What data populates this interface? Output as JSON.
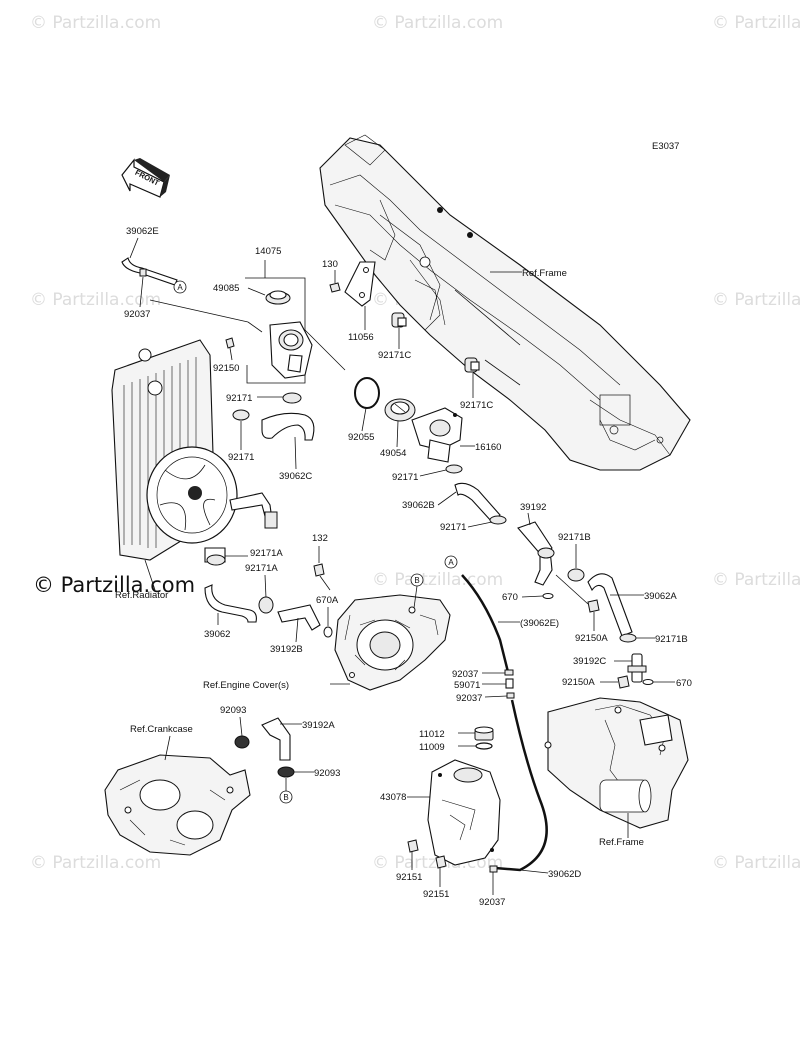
{
  "diagram_code": "E3037",
  "watermark": "© Partzilla.com",
  "watermark_main": "© Partzilla.com",
  "front_label": "FRONT",
  "callouts": {
    "a": "A",
    "b": "B"
  },
  "labels": {
    "39062E": "39062E",
    "92037_a": "92037",
    "14075": "14075",
    "49085": "49085",
    "130": "130",
    "11056": "11056",
    "ref_frame_1": "Ref.Frame",
    "92171C_a": "92171C",
    "92171C_b": "92171C",
    "92150": "92150",
    "92171_a": "92171",
    "92171_b": "92171",
    "92055": "92055",
    "49054": "49054",
    "16160": "16160",
    "39062C": "39062C",
    "92171_c": "92171",
    "39062B": "39062B",
    "39192": "39192",
    "92171_d": "92171",
    "92171B_a": "92171B",
    "92171A_a": "92171A",
    "92171A_b": "92171A",
    "132": "132",
    "ref_radiator": "Ref.Radiator",
    "670A": "670A",
    "670_a": "670",
    "39062A": "39062A",
    "39062": "39062",
    "39192B": "39192B",
    "39062E_p": "(39062E)",
    "92150A_a": "92150A",
    "92171B_b": "92171B",
    "92037_b": "92037",
    "59071": "59071",
    "92037_c": "92037",
    "39192C": "39192C",
    "92150A_b": "92150A",
    "670_b": "670",
    "ref_engine_cover": "Ref.Engine Cover(s)",
    "92093_a": "92093",
    "ref_crankcase": "Ref.Crankcase",
    "39192A": "39192A",
    "92093_b": "92093",
    "11012": "11012",
    "11009": "11009",
    "43078": "43078",
    "ref_frame_2": "Ref.Frame",
    "92151_a": "92151",
    "92151_b": "92151",
    "92037_d": "92037",
    "39062D": "39062D"
  }
}
